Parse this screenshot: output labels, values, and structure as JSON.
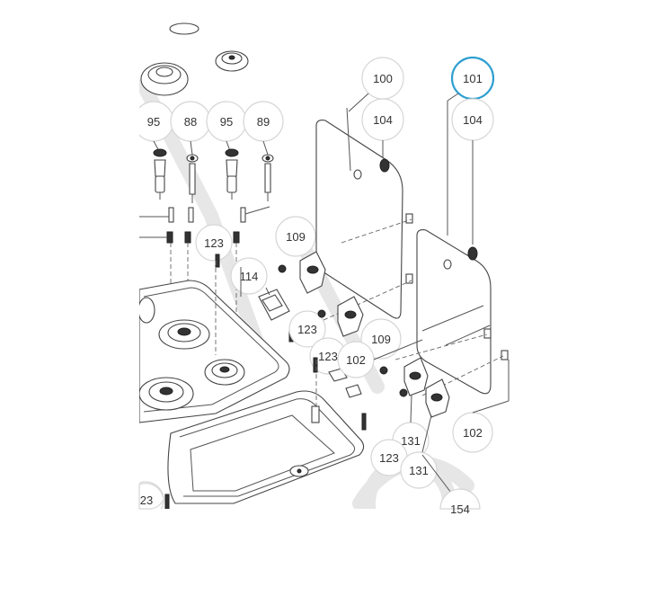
{
  "diagram": {
    "callouts": {
      "c100": "100",
      "c101": "101",
      "c104a": "104",
      "c104b": "104",
      "c95a": "95",
      "c88": "88",
      "c95b": "95",
      "c89": "89",
      "c109a": "109",
      "c109b": "109",
      "c123a": "123",
      "c123b": "123",
      "c123c": "123",
      "c123d": "123",
      "c123e": "23",
      "c114": "114",
      "c102a": "102",
      "c102b": "102",
      "c131a": "131",
      "c131b": "131",
      "c154": "154"
    },
    "highlight_color": "#2e9fd0"
  }
}
